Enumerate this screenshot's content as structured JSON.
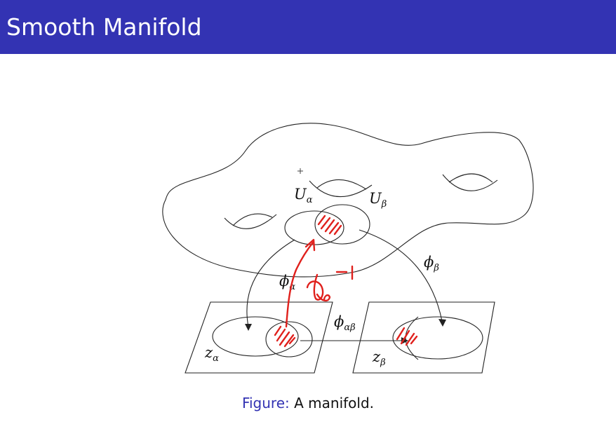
{
  "slide": {
    "title": "Smooth Manifold",
    "title_bar_color": "#3333b3"
  },
  "figure": {
    "labels": {
      "u_alpha": {
        "base": "U",
        "sub": "α"
      },
      "u_beta": {
        "base": "U",
        "sub": "β"
      },
      "phi_alpha": {
        "base": "ϕ",
        "sub": "α"
      },
      "phi_beta": {
        "base": "ϕ",
        "sub": "β"
      },
      "phi_alpha_beta": {
        "base": "ϕ",
        "sub": "αβ"
      },
      "z_alpha": {
        "base": "z",
        "sub": "α"
      },
      "z_beta": {
        "base": "z",
        "sub": "β"
      }
    },
    "annotation_color": "#e0201c"
  },
  "caption": {
    "label": "Figure:",
    "text": "A manifold."
  }
}
